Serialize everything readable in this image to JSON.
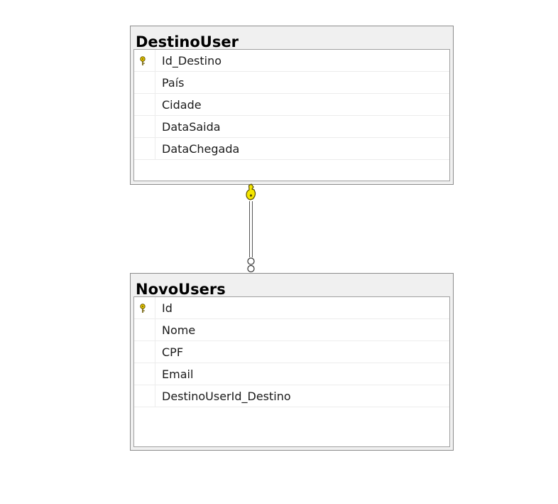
{
  "tables": [
    {
      "title": "DestinoUser",
      "columns": [
        {
          "name": "Id_Destino",
          "primary_key": true
        },
        {
          "name": "País",
          "primary_key": false
        },
        {
          "name": "Cidade",
          "primary_key": false
        },
        {
          "name": "DataSaida",
          "primary_key": false
        },
        {
          "name": "DataChegada",
          "primary_key": false
        }
      ]
    },
    {
      "title": "NovoUsers",
      "columns": [
        {
          "name": "Id",
          "primary_key": true
        },
        {
          "name": "Nome",
          "primary_key": false
        },
        {
          "name": "CPF",
          "primary_key": false
        },
        {
          "name": "Email",
          "primary_key": false
        },
        {
          "name": "DestinoUserId_Destino",
          "primary_key": false
        }
      ]
    }
  ],
  "relationship": {
    "from_table": "DestinoUser",
    "to_table": "NovoUsers",
    "one_end_icon": "key-icon",
    "many_end_icon": "infinity-icon",
    "key_color": "#f5e600"
  }
}
